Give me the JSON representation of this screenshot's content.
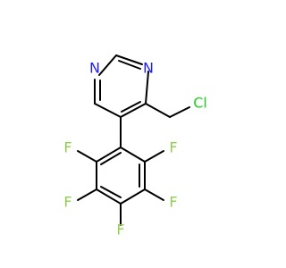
{
  "molecule": {
    "atoms": [
      {
        "id": "n1",
        "symbol": "N",
        "color": "#1f1fff"
      },
      {
        "id": "n3",
        "symbol": "N",
        "color": "#1f1fff"
      },
      {
        "id": "cl",
        "symbol": "Cl",
        "color": "#1fd01f"
      },
      {
        "id": "f1",
        "symbol": "F",
        "color": "#8fcf4f"
      },
      {
        "id": "f2",
        "symbol": "F",
        "color": "#8fcf4f"
      },
      {
        "id": "f3",
        "symbol": "F",
        "color": "#8fcf4f"
      },
      {
        "id": "f4",
        "symbol": "F",
        "color": "#8fcf4f"
      },
      {
        "id": "f5",
        "symbol": "F",
        "color": "#8fcf4f"
      }
    ]
  }
}
